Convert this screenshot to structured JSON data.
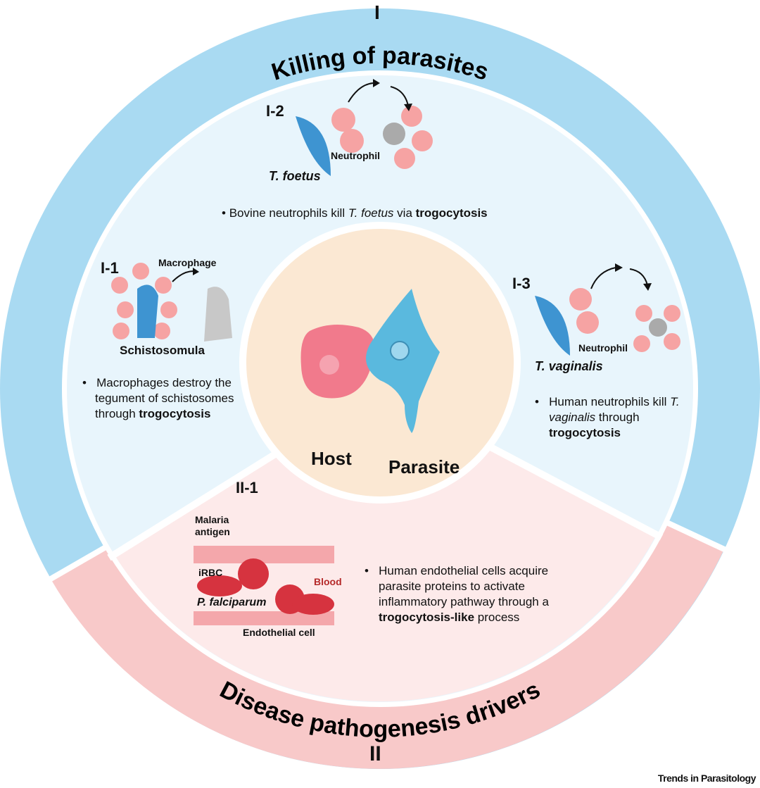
{
  "section_I": {
    "numeral": "I",
    "title": "Killing of parasites"
  },
  "section_II": {
    "numeral": "II",
    "title": "Disease pathogenesis drivers"
  },
  "center": {
    "host": "Host",
    "parasite": "Parasite"
  },
  "I_1": {
    "label": "I-1",
    "cell": "Macrophage",
    "parasite": "Schistosomula",
    "text": "Macrophages destroy the tegument of schistosomes through ",
    "bold": "trogocytosis"
  },
  "I_2": {
    "label": "I-2",
    "cell": "Neutrophil",
    "parasite": "T. foetus",
    "text_a": "Bovine neutrophils kill ",
    "italic": "T. foetus",
    "text_b": " via ",
    "bold": "trogocytosis"
  },
  "I_3": {
    "label": "I-3",
    "cell": "Neutrophil",
    "parasite": "T. vaginalis",
    "text_a": "Human neutrophils kill ",
    "italic": "T. vaginalis",
    "text_b": " through ",
    "bold": "trogocytosis"
  },
  "II_1": {
    "label": "II-1",
    "antigen": "Malaria antigen",
    "irbc": "iRBC",
    "blood": "Blood",
    "parasite": "P. falciparum",
    "endo": "Endothelial cell",
    "text": "Human endothelial cells acquire parasite proteins to activate inflammatory pathway through a ",
    "bold": "trogocytosis-like",
    "text_b": " process"
  },
  "footer": {
    "journal": "Trends in Parasitology"
  },
  "colors": {
    "outer_blue": "#a9daf2",
    "inner_blue": "#e8f5fc",
    "outer_pink": "#f8c9c9",
    "inner_pink": "#fdeaea",
    "center": "#fbe8d3",
    "blood_text": "#b52a2a"
  }
}
